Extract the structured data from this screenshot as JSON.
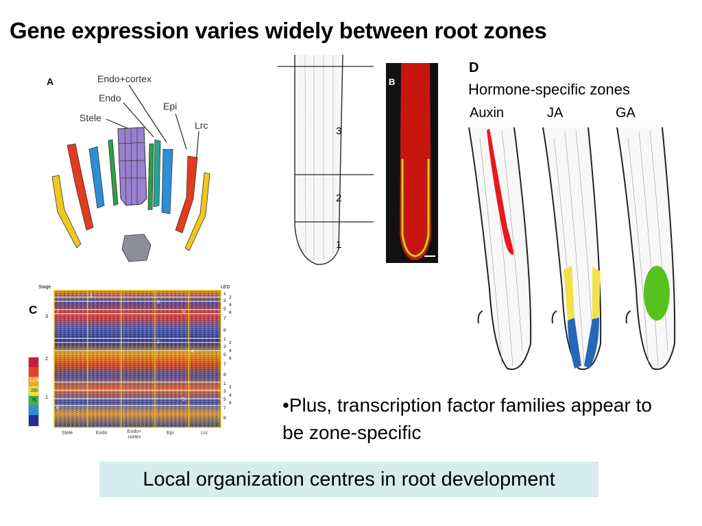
{
  "title": "Gene expression varies widely between root zones",
  "panel_a": {
    "letter": "A",
    "labels": {
      "endo_cortex": "Endo+cortex",
      "endo": "Endo",
      "stele": "Stele",
      "epi": "Epi",
      "lrc": "Lrc"
    }
  },
  "panel_b": {
    "letter": "B",
    "zones": [
      "3",
      "2",
      "1"
    ]
  },
  "panel_c": {
    "letter": "C",
    "sub": "3",
    "stage_label": "Stage",
    "led_label": "LED",
    "scale_max": "2",
    "scale_mid": "1",
    "scale_values": [
      "1,000",
      "250",
      "75"
    ],
    "columns": [
      "Stele",
      "Endo",
      "Endo+\ncortex",
      "Epi",
      "Lrc"
    ],
    "col_endo_cortex_a": "Endo+",
    "col_endo_cortex_b": "cortex",
    "led_numbers": [
      "1",
      "2",
      "3",
      "4",
      "5",
      "6",
      "7",
      "8",
      "1",
      "2",
      "3",
      "4",
      "5",
      "6",
      "7",
      "8",
      "1",
      "2",
      "3",
      "4",
      "5",
      "6",
      "7",
      "8"
    ],
    "stage_marks": [
      "1",
      "3",
      "6",
      "7",
      "2",
      "4",
      "5",
      "8"
    ]
  },
  "panel_d": {
    "letter": "D",
    "subtitle": "Hormone-specific zones",
    "hormones": [
      "Auxin",
      "JA",
      "GA"
    ]
  },
  "bullet": "•Plus, transcription factor families appear to be zone-specific",
  "footer": "Local organization centres in root development",
  "colors": {
    "footer_bg": "#d6ecef",
    "auxin": "#e8191e",
    "ja_yellow": "#f0e24a",
    "ja_blue": "#2568b8",
    "ga": "#55c21d",
    "heatmap_border": "#e8c81a"
  }
}
